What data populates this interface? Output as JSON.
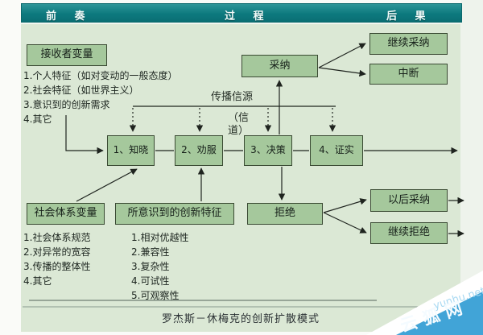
{
  "header": {
    "prelude": "前 奏",
    "process": "过 程",
    "outcome": "后 果"
  },
  "receiver": {
    "title": "接收者变量",
    "items": [
      "1.个人特征（如对变动的一般态度）",
      "2.社会特征（如世界主义）",
      "3.意识到的创新需求",
      "4.其它"
    ]
  },
  "social": {
    "title": "社会体系变量",
    "items": [
      "1.社会体系规范",
      "2.对异常的宽容",
      "3.传播的整体性",
      "4.其它"
    ]
  },
  "innovation": {
    "title": "所意识到的创新特征",
    "items": [
      "1.相对优越性",
      "2.兼容性",
      "3.复杂性",
      "4.可试性",
      "5.可观察性"
    ]
  },
  "stages": {
    "s1": "1、知晓",
    "s2": "2、劝服",
    "s3": "3、决策",
    "s4": "4、证实"
  },
  "outcomes": {
    "adopt": "采纳",
    "continue_adopt": "继续采纳",
    "discontinue": "中断",
    "reject": "拒绝",
    "later_adopt": "以后采纳",
    "continue_reject": "继续拒绝"
  },
  "labels": {
    "source": "传播信源",
    "channel_line1": "（信",
    "channel_line2": "道）"
  },
  "caption": "罗杰斯－休梅克的创新扩散模式",
  "watermark": {
    "site": "yunhu.net",
    "name": "云狐网"
  },
  "colors": {
    "header_teal": "#0D7A7F",
    "panel_green": "#DBE8D5",
    "box_green": "#A5C89C",
    "box_border": "#3A4A33",
    "watermark_blue": "#41A4D7"
  }
}
